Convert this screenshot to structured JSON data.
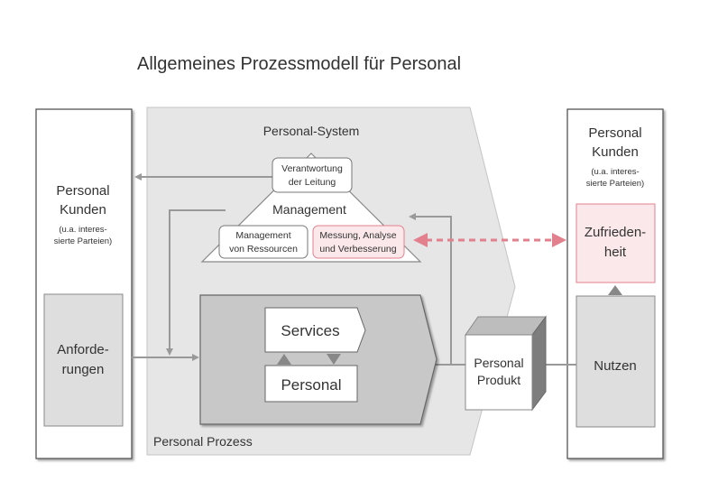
{
  "title": "Allgemeines Prozessmodell für Personal",
  "left_customer": {
    "line1": "Personal",
    "line2": "Kunden",
    "note1": "(u.a. interes-",
    "note2": "sierte Parteien)",
    "requirements1": "Anforde-",
    "requirements2": "rungen"
  },
  "system": {
    "label": "Personal-System",
    "responsibility1": "Verantwortung",
    "responsibility2": "der Leitung",
    "management": "Management",
    "resources1": "Management",
    "resources2": "von Ressourcen",
    "measurement1": "Messung, Analyse",
    "measurement2": "und Verbesserung"
  },
  "process": {
    "label": "Personal Prozess",
    "services": "Services",
    "personal": "Personal"
  },
  "product": {
    "line1": "Personal",
    "line2": "Produkt"
  },
  "right_customer": {
    "line1": "Personal",
    "line2": "Kunden",
    "note1": "(u.a. interes-",
    "note2": "sierte Parteien)",
    "satisfaction1": "Zufrieden-",
    "satisfaction2": "heit",
    "benefit": "Nutzen"
  },
  "colors": {
    "accent_pink": "#e3808e",
    "pink_fill": "#fbe8ea",
    "gray_panel": "#e6e6e6",
    "gray_process": "#c8c8c8",
    "arrow_gray": "#999999"
  }
}
